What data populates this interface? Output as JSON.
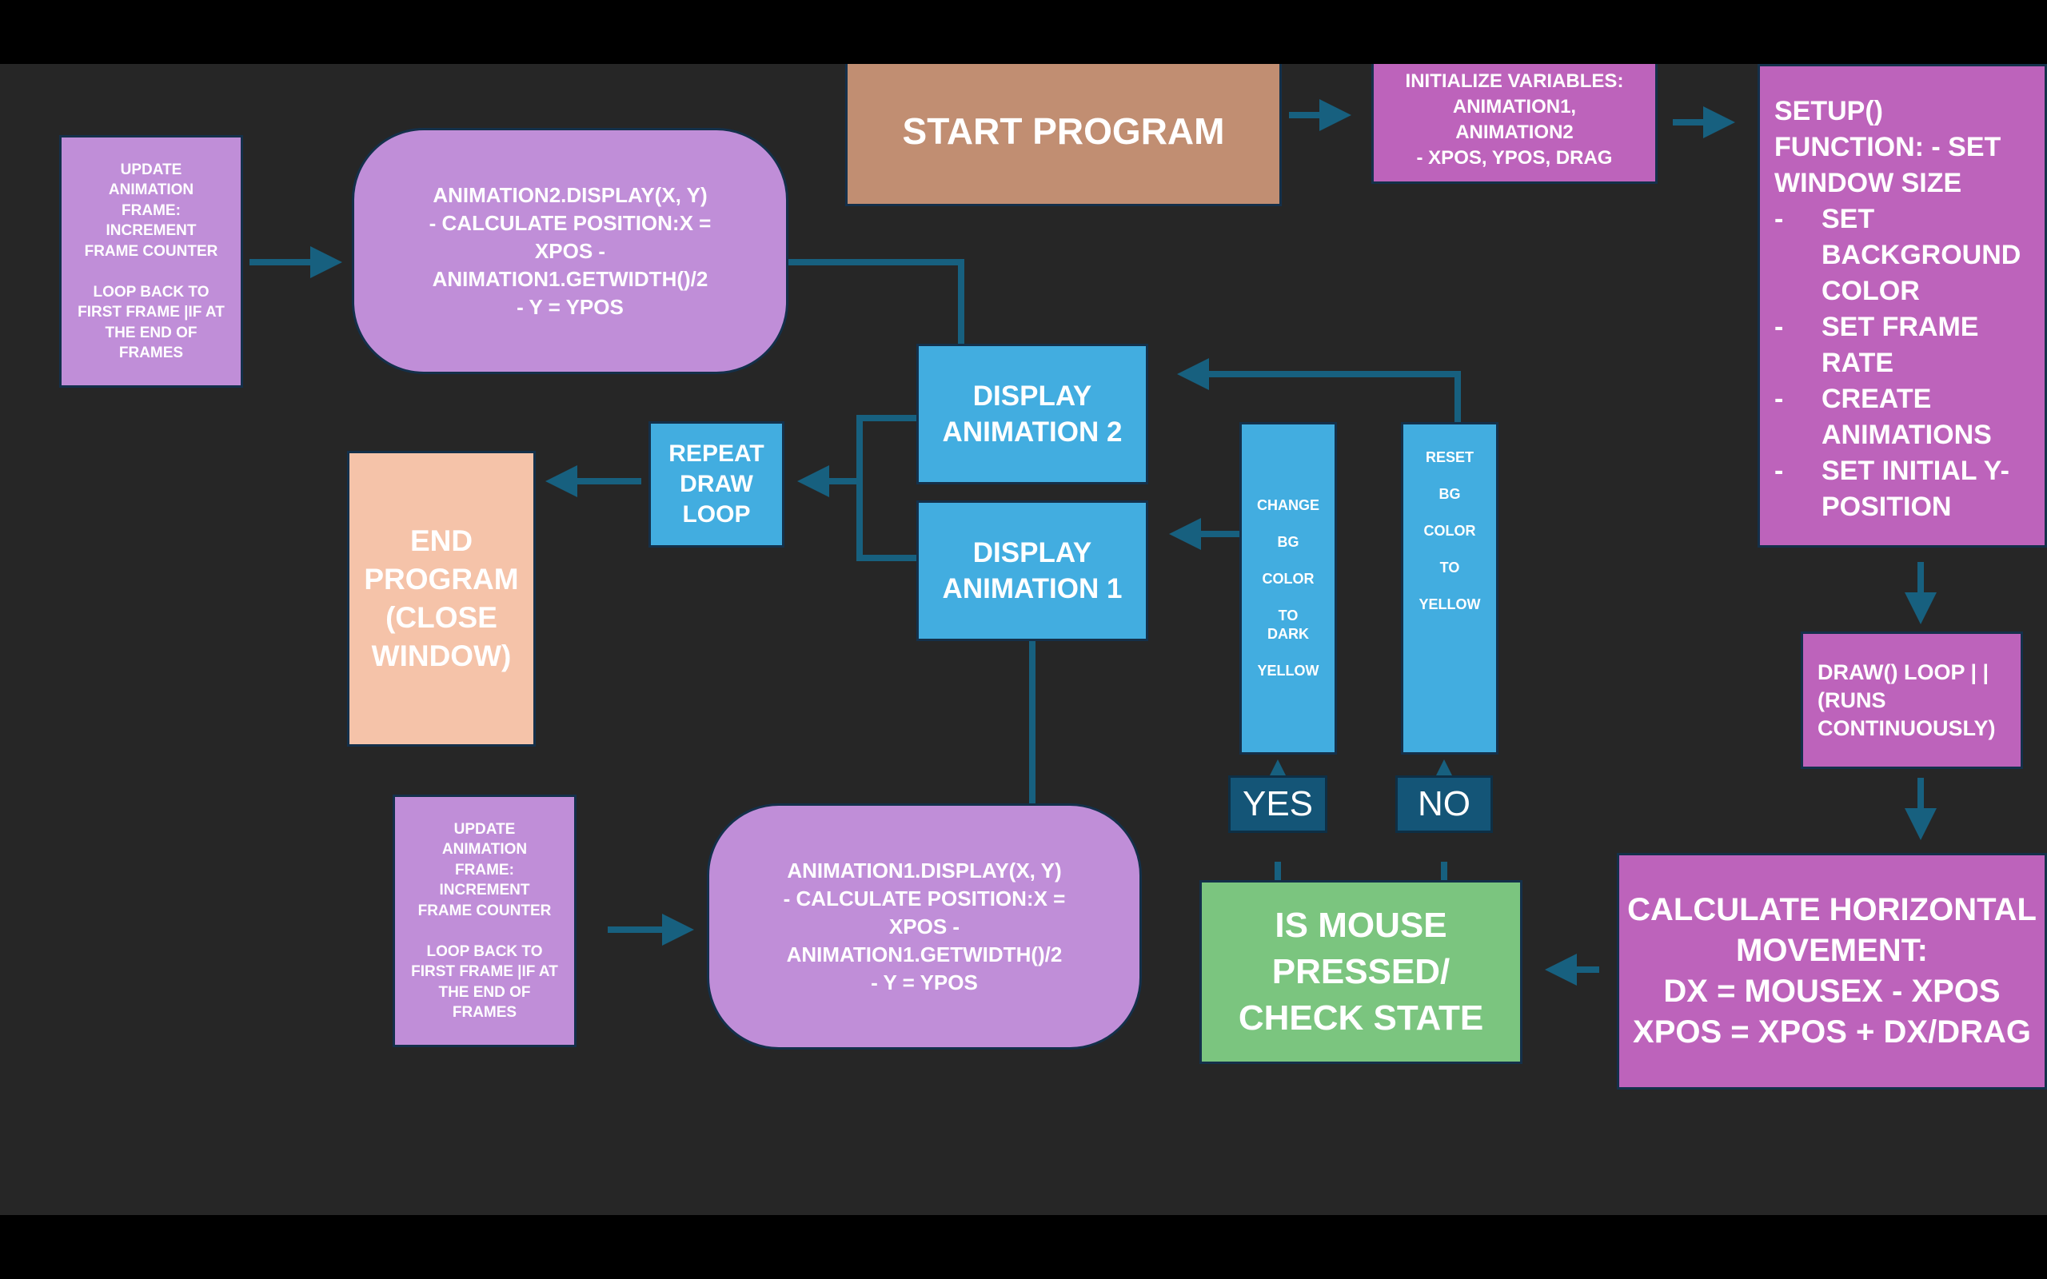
{
  "colors": {
    "canvas": "#262626",
    "frame": "#000000",
    "connector": "#17607f",
    "start": "#c18e72",
    "process_magenta": "#bd63bb",
    "lavender": "#c08ed8",
    "blue": "#42ade0",
    "peach": "#f5c3a9",
    "green": "#7bc57f",
    "label_bg": "#145577"
  },
  "nodes": {
    "start": "START PROGRAM",
    "init": "INITIALIZE VARIABLES:\nANIMATION1,\nANIMATION2\n- XPOS, YPOS, DRAG",
    "setup_title": "SETUP() FUNCTION:  - SET WINDOW SIZE",
    "setup_items": [
      "SET BACKGROUND COLOR",
      "SET FRAME RATE",
      "CREATE ANIMATIONS",
      "SET INITIAL Y-POSITION"
    ],
    "draw_loop": "DRAW() LOOP | | (RUNS CONTINUOUSLY)",
    "calc": "CALCULATE HORIZONTAL MOVEMENT:\nDX = MOUSEX - XPOS\nXPOS = XPOS + DX/DRAG",
    "mouse": "IS MOUSE PRESSED/ CHECK STATE",
    "yes": "YES",
    "no": "NO",
    "change_bg": "CHANGE\n\nBG\n\nCOLOR\n\nTO\nDARK\n\nYELLOW",
    "reset_bg": "RESET\n\nBG\n\nCOLOR\n\nTO\n\nYELLOW",
    "display1": "DISPLAY ANIMATION 1",
    "display2": "DISPLAY ANIMATION 2",
    "repeat": "REPEAT DRAW LOOP",
    "end": "END PROGRAM (CLOSE WINDOW)",
    "anim2": "ANIMATION2.DISPLAY(X, Y)\n-       CALCULATE POSITION:X =\nXPOS -\nANIMATION1.GETWIDTH()/2\n-       Y = YPOS",
    "anim1": "ANIMATION1.DISPLAY(X, Y)\n-       CALCULATE POSITION:X =\nXPOS -\nANIMATION1.GETWIDTH()/2\n-       Y = YPOS",
    "update_top": "UPDATE\nANIMATION\nFRAME:\nINCREMENT\nFRAME COUNTER\n\nLOOP BACK TO\nFIRST FRAME |IF AT\nTHE END OF\nFRAMES",
    "update_bottom": "UPDATE\nANIMATION\nFRAME:\nINCREMENT\nFRAME COUNTER\n\nLOOP BACK TO\nFIRST FRAME |IF AT\nTHE END OF\nFRAMES"
  }
}
